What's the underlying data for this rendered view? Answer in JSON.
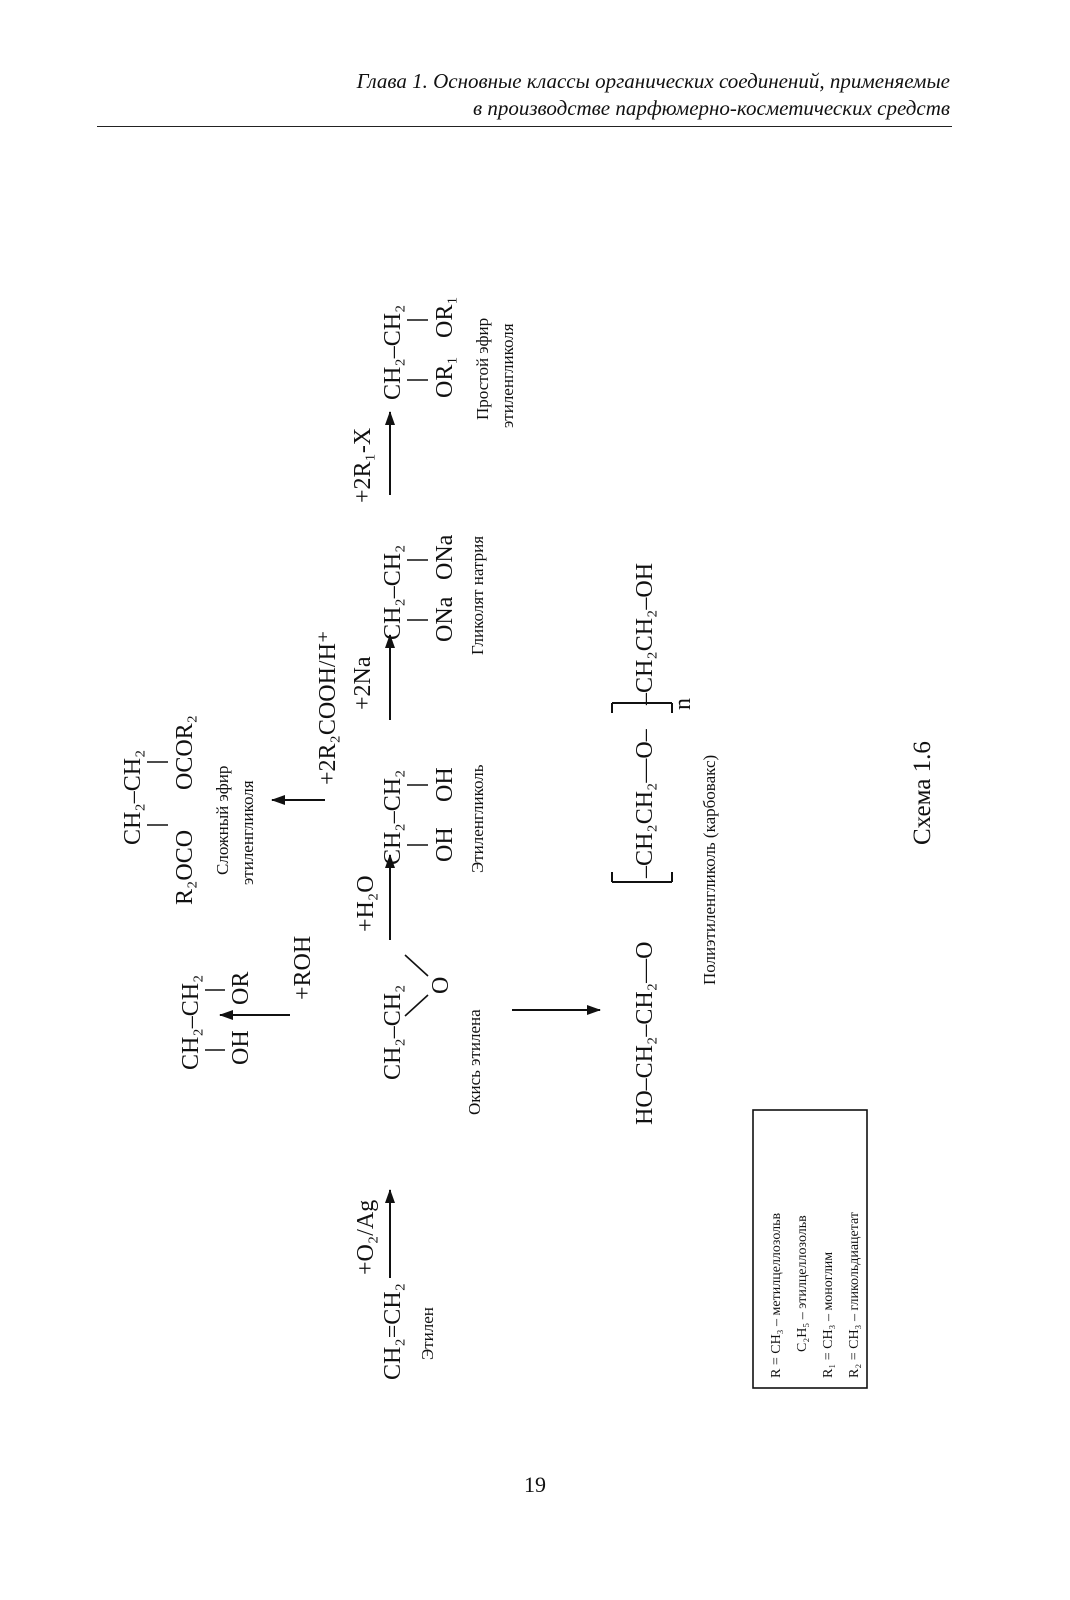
{
  "header": {
    "line1": "Глава 1. Основные классы органических соединений, применяемые",
    "line2": "в производстве парфюмерно-косметических средств"
  },
  "scheme": {
    "ethylene": {
      "formula": "CH₂=CH₂",
      "label": "Этилен"
    },
    "reagent_o2": "+O₂/Ag",
    "ethylene_oxide": {
      "top": "CH₂–CH₂",
      "oxygen": "O",
      "label": "Окись этилена"
    },
    "reagent_roh": "+ROH",
    "monoether": {
      "top": "CH₂–CH₂",
      "sub_left": "OH",
      "sub_right": "OR"
    },
    "reagent_h2o": "+H₂O",
    "ethylene_glycol": {
      "top": "CH₂–CH₂",
      "sub_left": "OH",
      "sub_right": "OH",
      "label": "Этиленгликоль"
    },
    "reagent_acid": "+2R₂COOH/H⁺",
    "ester": {
      "top": "CH₂–CH₂",
      "sub_left": "R₂OCO",
      "sub_right": "OCOR₂",
      "label_line1": "Сложный эфир",
      "label_line2": "этиленгликоля"
    },
    "reagent_na": "+2Na",
    "glycolate": {
      "top": "CH₂–CH₂",
      "sub_left": "ONa",
      "sub_right": "ONa",
      "label": "Гликолят натрия"
    },
    "reagent_r1x": "+2R₁-X",
    "ether": {
      "top": "CH₂–CH₂",
      "sub_left": "OR₁",
      "sub_right": "OR₁",
      "label_line1": "Простой эфир",
      "label_line2": "этиленгликоля"
    },
    "peg": {
      "left": "HO–CH₂–CH₂—O",
      "repeat": "–CH₂CH₂—O–",
      "n": "n",
      "right": "–CH₂CH₂–OH",
      "label": "Полиэтиленгликоль (карбовакс)"
    },
    "caption": "Схема 1.6"
  },
  "legend": {
    "lines": [
      "R  = CH₃ – метилцеллозольв",
      "C₂H₅ – этилцеллозольв",
      "R₁ = CH₃ – моноглим",
      "R₂ = CH₃ – гликольдиацетат"
    ]
  },
  "page_number": "19"
}
